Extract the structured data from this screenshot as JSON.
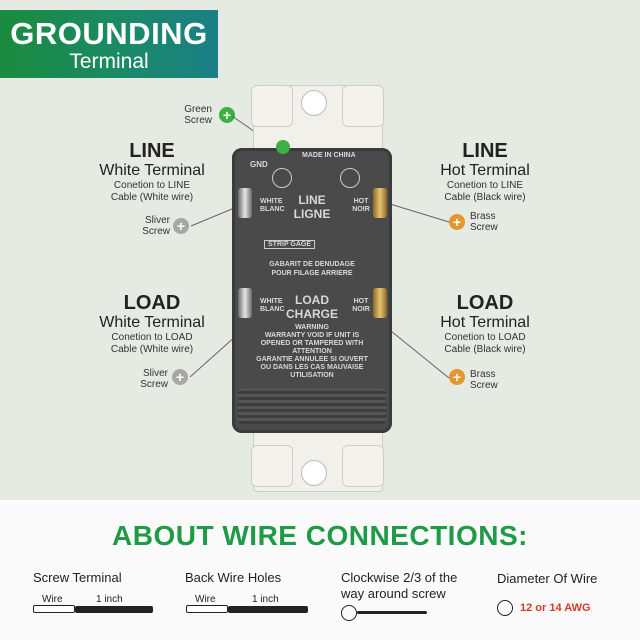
{
  "header": {
    "title": "GROUNDING",
    "subtitle": "Terminal"
  },
  "green_screw": {
    "label_line1": "Green",
    "label_line2": "Screw",
    "icon": "plus-icon"
  },
  "line_white": {
    "heading": "LINE",
    "sub": "White Terminal",
    "desc1": "Conetion to LINE",
    "desc2": "Cable (White wire)"
  },
  "line_hot": {
    "heading": "LINE",
    "sub": "Hot Terminal",
    "desc1": "Conetion to LINE",
    "desc2": "Cable (Black wire)"
  },
  "load_white": {
    "heading": "LOAD",
    "sub": "White Terminal",
    "desc1": "Conetion to LOAD",
    "desc2": "Cable (White wire)"
  },
  "load_hot": {
    "heading": "LOAD",
    "sub": "Hot Terminal",
    "desc1": "Conetion to LOAD",
    "desc2": "Cable (Black wire)"
  },
  "sliver_screw": {
    "line1": "Sliver",
    "line2": "Screw"
  },
  "brass_screw": {
    "line1": "Brass",
    "line2": "Screw"
  },
  "device": {
    "gnd": "GND",
    "made_in": "MADE IN CHINA",
    "line": "LINE",
    "ligne": "LIGNE",
    "white": "WHITE BLANC",
    "hot": "HOT NOIR",
    "strip_gage": "STRIP GAGE",
    "gabarit1": "GABARIT DE DENUDAGE",
    "gabarit2": "POUR FILAGE ARRIERE",
    "load": "LOAD",
    "charge": "CHARGE",
    "warning": "WARNING",
    "warranty1": "WARRANTY VOID IF UNIT IS",
    "warranty2": "OPENED OR TAMPERED WITH",
    "attention": "ATTENTION",
    "garantie1": "GARANTIE ANNULEE SI OUVERT",
    "garantie2": "OU DANS LES CAS MAUVAISE",
    "garantie3": "UTILISATION"
  },
  "about": {
    "title": "ABOUT WIRE CONNECTIONS:",
    "screw_terminal": "Screw Terminal",
    "back_wire_holes": "Back Wire Holes",
    "clockwise1": "Clockwise 2/3 of the",
    "clockwise2": "way around screw",
    "diameter": "Diameter Of Wire",
    "wire": "Wire",
    "inch": "1 inch",
    "awg": "12 or 14 AWG"
  },
  "colors": {
    "brand_green": "#1f9a47",
    "awg_red": "#d23a2a",
    "brass": "#e6962f",
    "sliver": "#a7a7a7"
  }
}
